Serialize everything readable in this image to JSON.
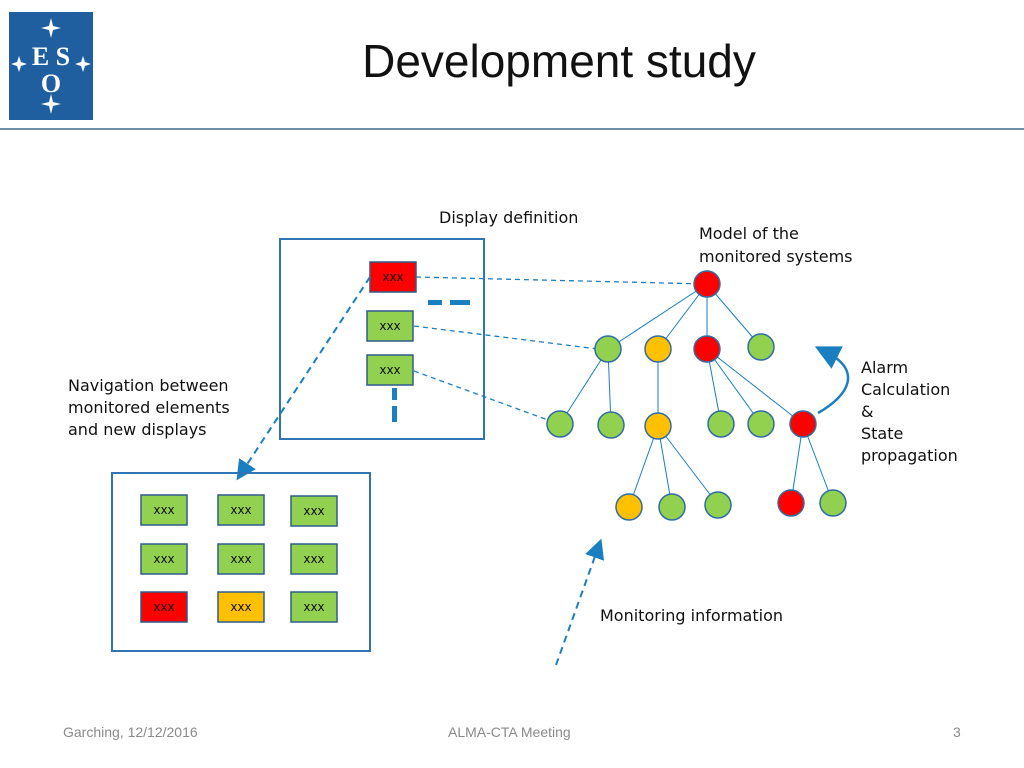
{
  "slide": {
    "title": "Development study",
    "logo_text": "ESO"
  },
  "labels": {
    "display_definition": "Display definition",
    "model_line1": "Model of the",
    "model_line2": "monitored systems",
    "nav_line1": "Navigation between",
    "nav_line2": "monitored elements",
    "nav_line3": "and new displays",
    "alarm_line1": "Alarm",
    "alarm_line2": "Calculation",
    "alarm_line3": "&",
    "alarm_line4": "State",
    "alarm_line5": "propagation",
    "monitoring": "Monitoring information"
  },
  "display_box_items": [
    {
      "text": "xxx",
      "status": "red"
    },
    {
      "text": "xxx",
      "status": "green"
    },
    {
      "text": "xxx",
      "status": "green"
    }
  ],
  "grid_box_items": [
    {
      "text": "xxx",
      "status": "green"
    },
    {
      "text": "xxx",
      "status": "green"
    },
    {
      "text": "xxx",
      "status": "green"
    },
    {
      "text": "xxx",
      "status": "green"
    },
    {
      "text": "xxx",
      "status": "green"
    },
    {
      "text": "xxx",
      "status": "green"
    },
    {
      "text": "xxx",
      "status": "red"
    },
    {
      "text": "xxx",
      "status": "orange"
    },
    {
      "text": "xxx",
      "status": "green"
    }
  ],
  "tree_nodes": [
    {
      "id": "root",
      "status": "red"
    },
    {
      "id": "l1a",
      "status": "green"
    },
    {
      "id": "l1b",
      "status": "orange"
    },
    {
      "id": "l1c",
      "status": "red"
    },
    {
      "id": "l1d",
      "status": "green"
    },
    {
      "id": "l2a",
      "status": "green"
    },
    {
      "id": "l2b",
      "status": "green"
    },
    {
      "id": "l2c",
      "status": "orange"
    },
    {
      "id": "l2d",
      "status": "green"
    },
    {
      "id": "l2e",
      "status": "green"
    },
    {
      "id": "l2f",
      "status": "red"
    },
    {
      "id": "l3a",
      "status": "orange"
    },
    {
      "id": "l3b",
      "status": "green"
    },
    {
      "id": "l3c",
      "status": "green"
    },
    {
      "id": "l3d",
      "status": "red"
    },
    {
      "id": "l3e",
      "status": "green"
    }
  ],
  "colors": {
    "red": "#ff0000",
    "green": "#92d050",
    "orange": "#ffc000",
    "blue": "#1a7fc1",
    "frame": "#2f75b5",
    "logo": "#1f5fa0"
  },
  "footer": {
    "left": "Garching, 12/12/2016",
    "middle": "ALMA-CTA Meeting",
    "right": "3"
  }
}
